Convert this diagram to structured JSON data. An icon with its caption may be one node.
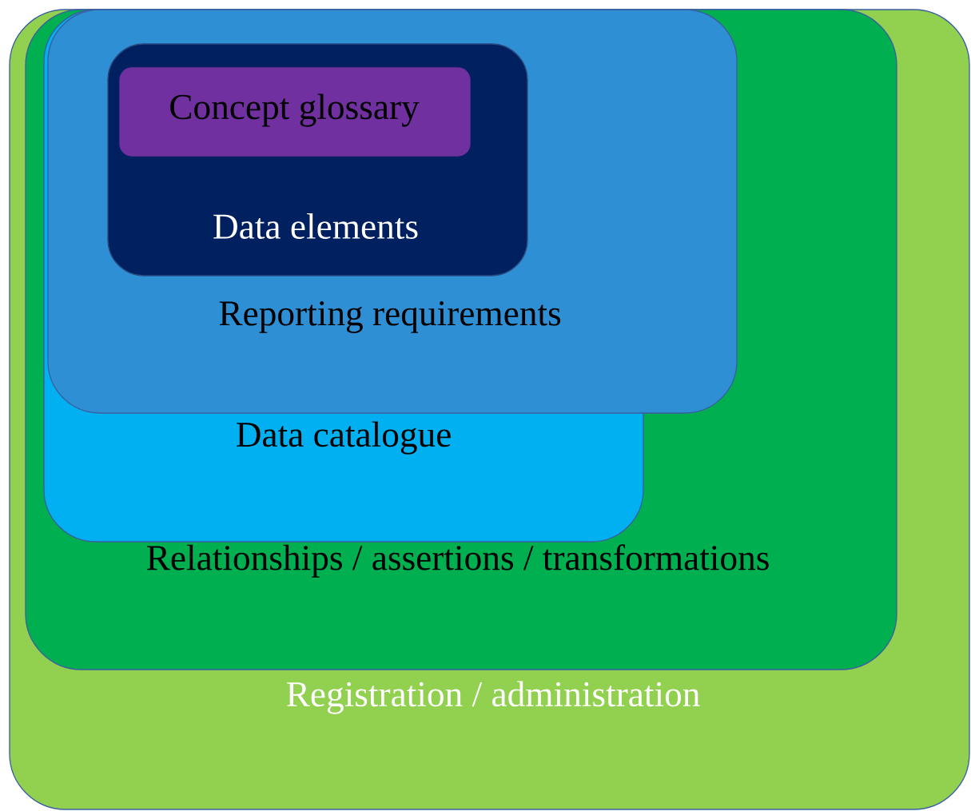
{
  "diagram": {
    "nodes": [
      {
        "text": [
          "Registration / administration"
        ]
      },
      {
        "text": [
          "Relationships / assertions / transformations"
        ],
        "in": 0
      },
      {
        "text": [
          "Data catalogue"
        ],
        "in": 1
      },
      {
        "text": [
          "Reporting requirements"
        ],
        "in": 1
      },
      {
        "text": [
          "Data elements"
        ],
        "in": 3
      },
      {
        "text": [
          "Concept glossary"
        ],
        "in": 4
      }
    ]
  }
}
